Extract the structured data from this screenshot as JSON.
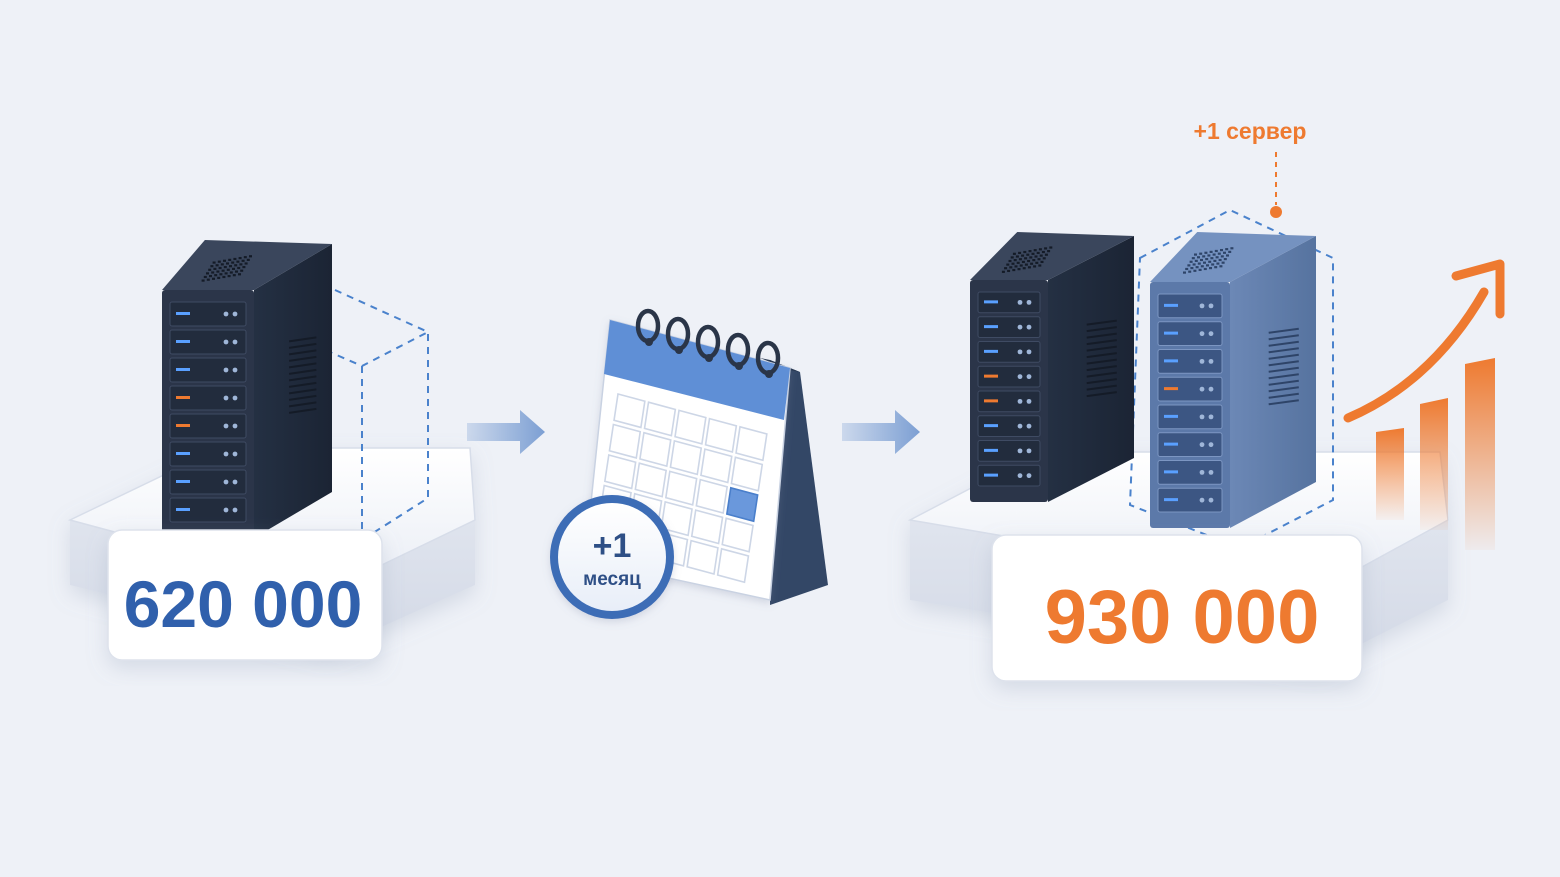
{
  "before": {
    "value": "620 000"
  },
  "period": {
    "amount": "+1",
    "unit": "месяц"
  },
  "after": {
    "value": "930 000",
    "callout": "+1 сервер"
  },
  "colors": {
    "background": "#eef1f7",
    "blue": "#3060ac",
    "orange": "#ee7a30",
    "server_dark": "#2a3548",
    "server_light": "#5a78a8",
    "accent_blue": "#4a82cc"
  },
  "icons": [
    "server-rack-icon",
    "arrow-right-icon",
    "calendar-icon",
    "growth-chart-icon"
  ]
}
